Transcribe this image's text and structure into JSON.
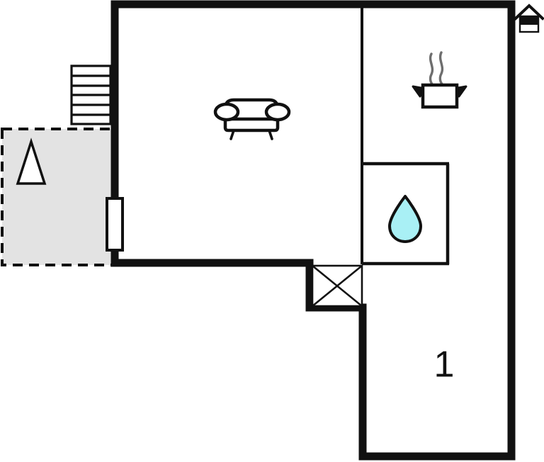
{
  "plan": {
    "title": "Holiday home floor plan",
    "level_label": "1",
    "background_color": "#ffffff",
    "wall_color": "#111111",
    "terrace_fill": "#e3e3e3",
    "terrace_border_color": "#111111",
    "water_drop_color": "#a9f0f5",
    "icon_stroke_color": "#111111",
    "steam_color": "#6e6e6e"
  },
  "rooms": [
    {
      "id": "living-room",
      "name": "Living room",
      "icon": "sofa-icon",
      "label": ""
    },
    {
      "id": "kitchen",
      "name": "Kitchen",
      "icon": "cooking-pot-icon",
      "label": ""
    },
    {
      "id": "bathroom",
      "name": "Bathroom",
      "icon": "water-drop-icon",
      "label": ""
    },
    {
      "id": "bedroom-1",
      "name": "Bedroom",
      "icon": "room-number-icon",
      "label": "1"
    },
    {
      "id": "terrace",
      "name": "Terrace",
      "icon": "parasol-icon",
      "label": ""
    },
    {
      "id": "closet",
      "name": "Closet",
      "icon": "crossed-box-icon",
      "label": ""
    },
    {
      "id": "staircase",
      "name": "Staircase",
      "icon": "stairs-icon",
      "label": ""
    }
  ],
  "icons": {
    "sofa": "sofa-icon",
    "pot": "cooking-pot-icon",
    "drop": "water-drop-icon",
    "parasol": "parasol-icon",
    "stairs": "stairs-icon",
    "house": "house-north-icon",
    "door": "door-opening-icon",
    "crossed_box": "crossed-box-icon"
  },
  "legend": {
    "house_marker_label": ""
  },
  "steps": {
    "count": 6
  }
}
